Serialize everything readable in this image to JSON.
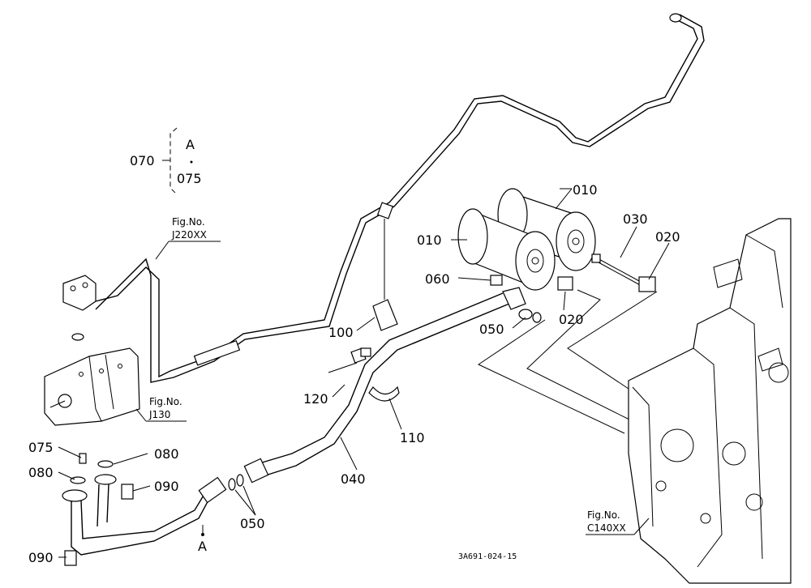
{
  "callouts": {
    "p010a": "010",
    "p010b": "010",
    "p030": "030",
    "p020a": "020",
    "p020b": "020",
    "p060": "060",
    "p050a": "050",
    "p050b": "050",
    "p100": "100",
    "p120": "120",
    "p110": "110",
    "p040": "040",
    "p075": "075",
    "p080a": "080",
    "p080b": "080",
    "p090a": "090",
    "p090b": "090"
  },
  "group": {
    "label": "070",
    "top": "A",
    "bottom": "075"
  },
  "markers": {
    "a": "A"
  },
  "fig_refs": {
    "j220": {
      "title": "Fig.No.",
      "code": "J220XX"
    },
    "j130": {
      "title": "Fig.No.",
      "code": "J130"
    },
    "c140": {
      "title": "Fig.No.",
      "code": "C140XX"
    }
  },
  "drawing_code": "3A691-024-15"
}
